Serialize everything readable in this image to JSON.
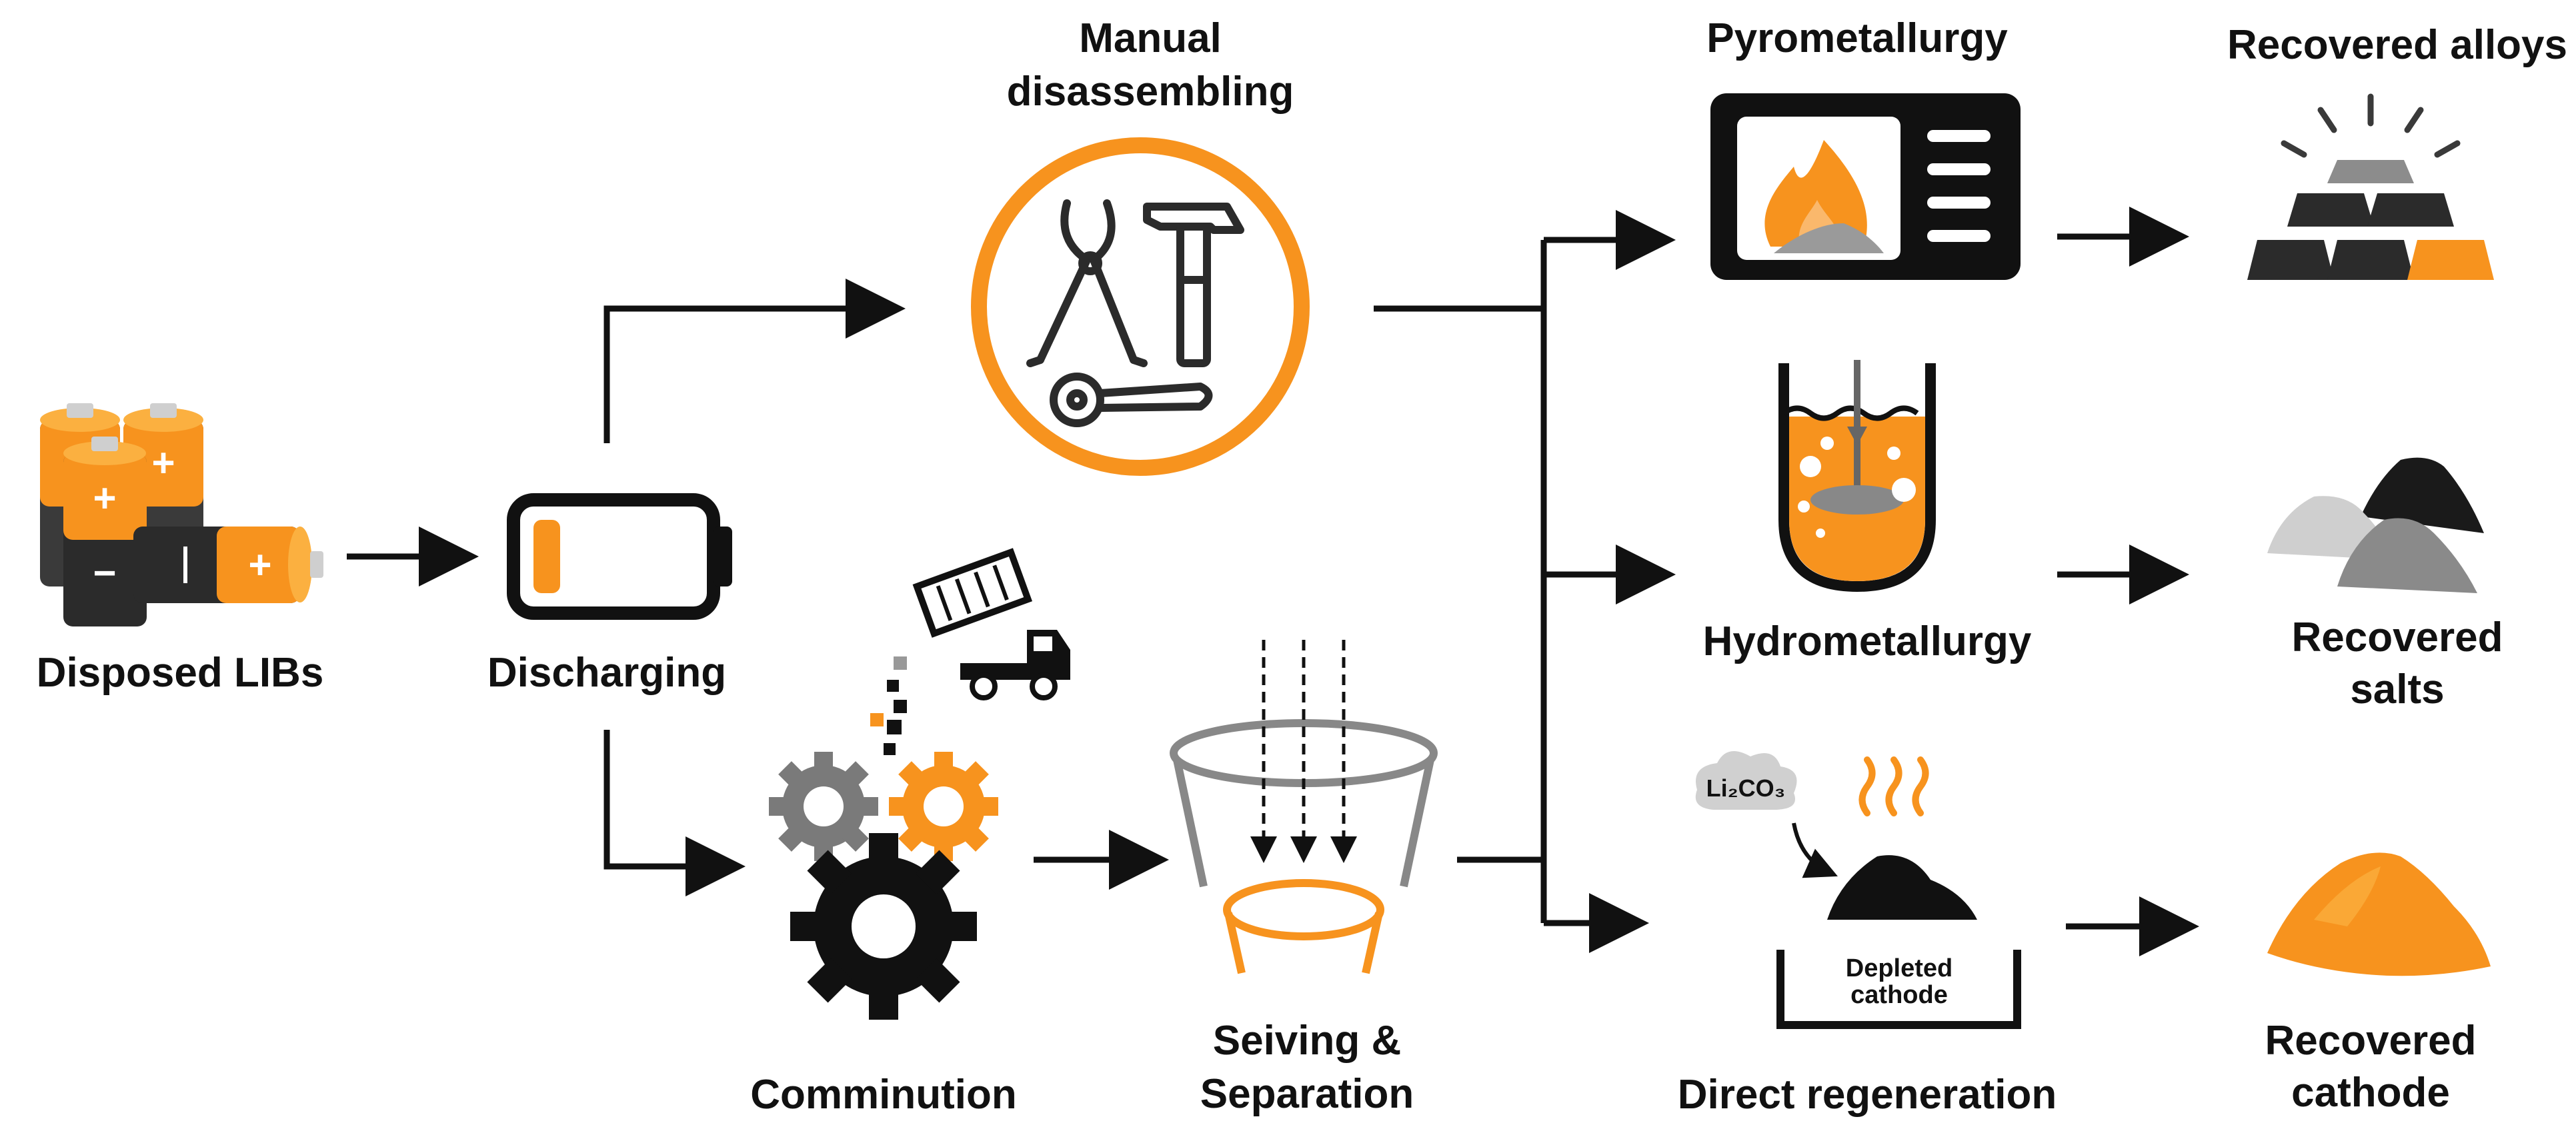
{
  "colors": {
    "orange": "#F7931E",
    "black": "#111111",
    "grey": "#808080",
    "light_grey": "#BDBDBD",
    "white": "#FFFFFF"
  },
  "labels": {
    "disposed_libs": "Disposed LIBs",
    "discharging": "Discharging",
    "manual_line1": "Manual",
    "manual_line2": "disassembling",
    "comminution": "Comminution",
    "seiving_line1": "Seiving &",
    "seiving_line2": "Separation",
    "pyrometallurgy": "Pyrometallurgy",
    "hydrometallurgy": "Hydrometallurgy",
    "direct_regeneration": "Direct regeneration",
    "recovered_alloys": "Recovered alloys",
    "recovered_salts_line1": "Recovered",
    "recovered_salts_line2": "salts",
    "recovered_cathode_line1": "Recovered",
    "recovered_cathode_line2": "cathode",
    "li2co3": "Li₂CO₃",
    "depleted_line1": "Depleted",
    "depleted_line2": "cathode"
  },
  "icons": {
    "batteries": "battery-cells-icon",
    "discharge": "low-battery-icon",
    "tools": "tools-icon",
    "gears": "gears-icon",
    "truck": "dump-truck-icon",
    "sieve": "sieve-icon",
    "furnace": "furnace-icon",
    "beaker": "beaker-icon",
    "alloys": "metal-bars-icon",
    "salts": "salt-piles-icon",
    "cathode": "powder-pile-icon"
  }
}
